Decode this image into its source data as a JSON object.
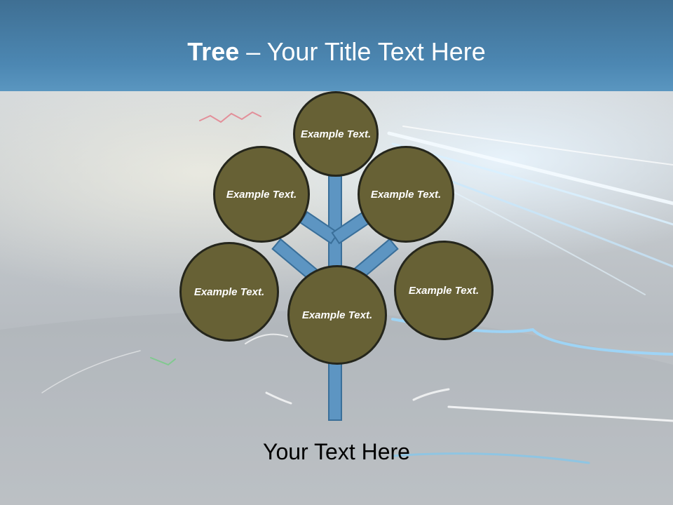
{
  "title": {
    "bold": "Tree",
    "rest": " – Your Title Text Here"
  },
  "nodes": [
    {
      "label": "Example Text."
    },
    {
      "label": "Example Text."
    },
    {
      "label": "Example Text."
    },
    {
      "label": "Example Text."
    },
    {
      "label": "Example Text."
    },
    {
      "label": "Example Text."
    }
  ],
  "footer": "Your Text Here",
  "colors": {
    "title_band": "#4c87b2",
    "node_fill": "#676135",
    "node_border": "#25261c",
    "trunk_fill": "#5d95c2"
  }
}
